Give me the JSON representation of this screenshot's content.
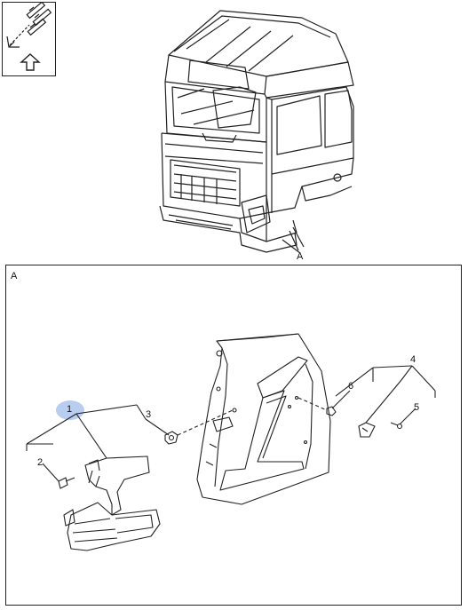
{
  "view_label": "A",
  "detail_label": "A",
  "callouts": {
    "c1": "1",
    "c2": "2",
    "c3": "3",
    "c4": "4",
    "c5": "5",
    "c6": "6"
  },
  "highlight_color": "#b9cdf0",
  "line_color": "#222222",
  "icons": {
    "orientation": "direction-arrow-icon",
    "up": "up-arrow-icon"
  }
}
